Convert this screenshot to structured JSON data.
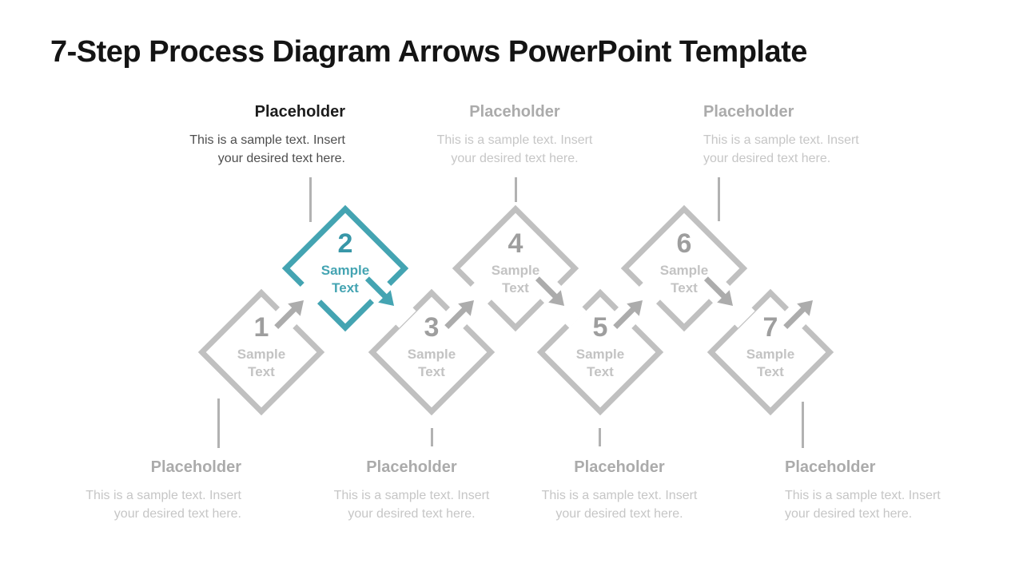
{
  "title": "7-Step Process Diagram Arrows PowerPoint Template",
  "colors": {
    "page_bg": "#ffffff",
    "title_color": "#141414",
    "accent": "#44a4b2",
    "accent_deep": "#3897a8",
    "shape_gray": "#c0c0c0",
    "number_gray": "#9e9e9e",
    "label_gray": "#c3c3c3",
    "arrow_gray": "#acacac",
    "line_gray": "#b2b2b2",
    "heading_gray": "#ababab",
    "body_gray": "#c6c6c6",
    "heading_dark": "#1c1c1c",
    "body_dark": "#4e4e4e"
  },
  "steps": [
    {
      "number": "1",
      "label": "Sample\nText",
      "highlighted": false
    },
    {
      "number": "2",
      "label": "Sample\nText",
      "highlighted": true
    },
    {
      "number": "3",
      "label": "Sample\nText",
      "highlighted": false
    },
    {
      "number": "4",
      "label": "Sample\nText",
      "highlighted": false
    },
    {
      "number": "5",
      "label": "Sample\nText",
      "highlighted": false
    },
    {
      "number": "6",
      "label": "Sample\nText",
      "highlighted": false
    },
    {
      "number": "7",
      "label": "Sample\nText",
      "highlighted": false
    }
  ],
  "top_placeholders": [
    {
      "heading": "Placeholder",
      "body": "This is a sample text. Insert\nyour desired text here.",
      "emphasis": true
    },
    {
      "heading": "Placeholder",
      "body": "This is a sample text. Insert\nyour desired text here.",
      "emphasis": false
    },
    {
      "heading": "Placeholder",
      "body": "This is a sample text. Insert\nyour desired text here.",
      "emphasis": false
    }
  ],
  "bottom_placeholders": [
    {
      "heading": "Placeholder",
      "body": "This is a sample text. Insert\nyour desired text here.",
      "emphasis": false
    },
    {
      "heading": "Placeholder",
      "body": "This is a sample text. Insert\nyour desired text here.",
      "emphasis": false
    },
    {
      "heading": "Placeholder",
      "body": "This is a sample text. Insert\nyour desired text here.",
      "emphasis": false
    },
    {
      "heading": "Placeholder",
      "body": "This is a sample text. Insert\nyour desired text here.",
      "emphasis": false
    }
  ]
}
